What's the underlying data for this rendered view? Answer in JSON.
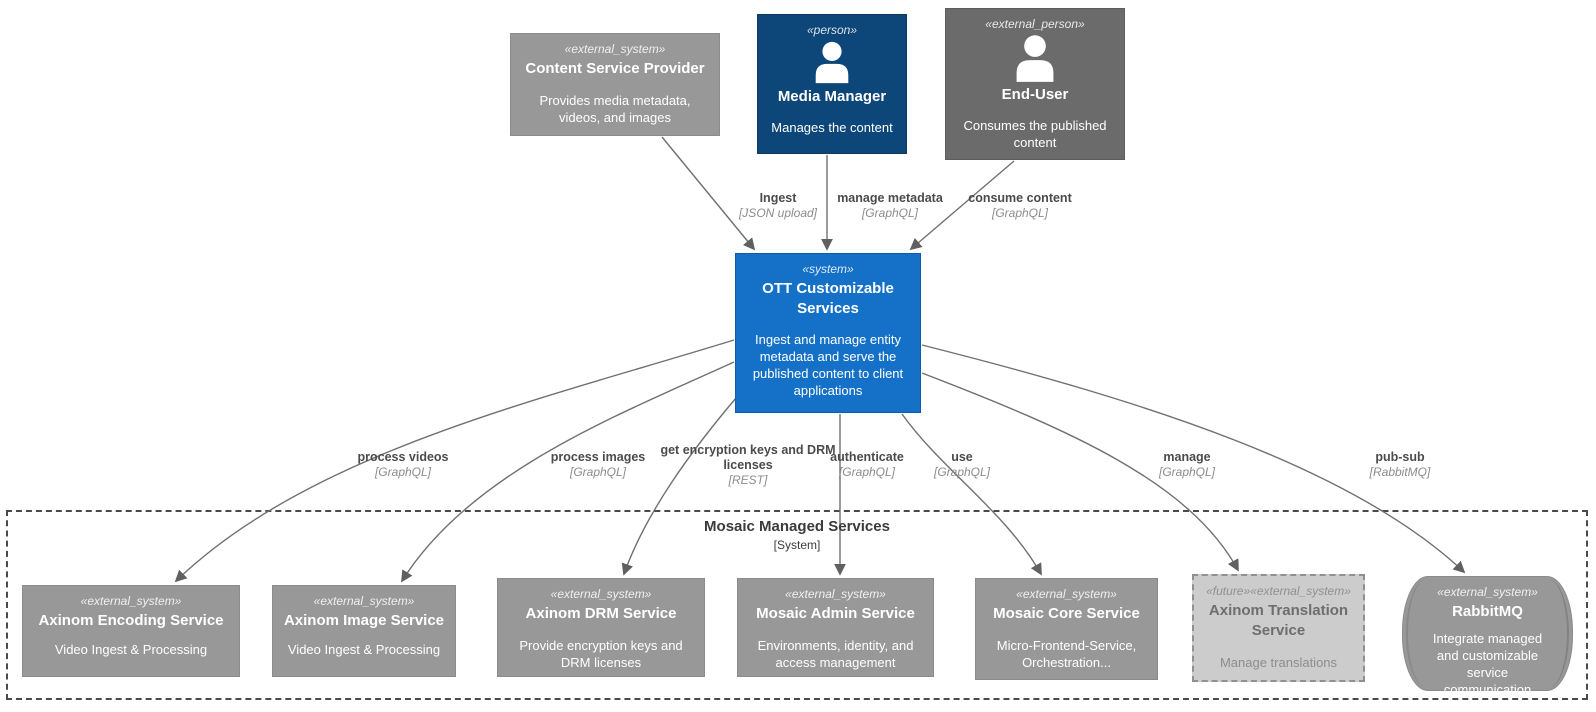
{
  "colors": {
    "system": "#1571C8",
    "person": "#0D4678",
    "external_system": "#989898",
    "external_person": "#6B6B6B",
    "future_background": "#CCCCCC",
    "arrow": "#707070",
    "edge_label_text": "#4B4B4B",
    "edge_tech_text": "#8C8C8C"
  },
  "boundary": {
    "title": "Mosaic Managed Services",
    "subtitle": "[System]"
  },
  "nodes": {
    "csp": {
      "stereotype": "«external_system»",
      "title": "Content Service Provider",
      "description": "Provides media metadata, videos, and images"
    },
    "media_manager": {
      "stereotype": "«person»",
      "title": "Media Manager",
      "description": "Manages the content"
    },
    "end_user": {
      "stereotype": "«external_person»",
      "title": "End-User",
      "description": "Consumes the published content"
    },
    "ott": {
      "stereotype": "«system»",
      "title": "OTT Customizable Services",
      "description": "Ingest and manage entity metadata and serve the published content to client applications"
    },
    "encoding": {
      "stereotype": "«external_system»",
      "title": "Axinom Encoding Service",
      "description": "Video Ingest & Processing"
    },
    "image": {
      "stereotype": "«external_system»",
      "title": "Axinom Image Service",
      "description": "Video Ingest & Processing"
    },
    "drm": {
      "stereotype": "«external_system»",
      "title": "Axinom DRM Service",
      "description": "Provide encryption keys and DRM licenses"
    },
    "admin": {
      "stereotype": "«external_system»",
      "title": "Mosaic Admin Service",
      "description": "Environments, identity, and access management"
    },
    "core": {
      "stereotype": "«external_system»",
      "title": "Mosaic Core Service",
      "description": "Micro-Frontend-Service, Orchestration..."
    },
    "translation": {
      "stereotype": "«future»«external_system»",
      "title": "Axinom Translation Service",
      "description": "Manage translations"
    },
    "rabbitmq": {
      "stereotype": "«external_system»",
      "title": "RabbitMQ",
      "description": "Integrate managed and customizable service communication"
    }
  },
  "edges": {
    "ingest": {
      "label": "Ingest",
      "tech": "[JSON upload]"
    },
    "manage_metadata": {
      "label": "manage metadata",
      "tech": "[GraphQL]"
    },
    "consume_content": {
      "label": "consume content",
      "tech": "[GraphQL]"
    },
    "process_videos": {
      "label": "process videos",
      "tech": "[GraphQL]"
    },
    "process_images": {
      "label": "process images",
      "tech": "[GraphQL]"
    },
    "drm_keys": {
      "label": "get encryption keys and DRM licenses",
      "tech": "[REST]"
    },
    "authenticate": {
      "label": "authenticate",
      "tech": "[GraphQL]"
    },
    "use": {
      "label": "use",
      "tech": "[GraphQL]"
    },
    "manage": {
      "label": "manage",
      "tech": "[GraphQL]"
    },
    "pub_sub": {
      "label": "pub-sub",
      "tech": "[RabbitMQ]"
    }
  }
}
